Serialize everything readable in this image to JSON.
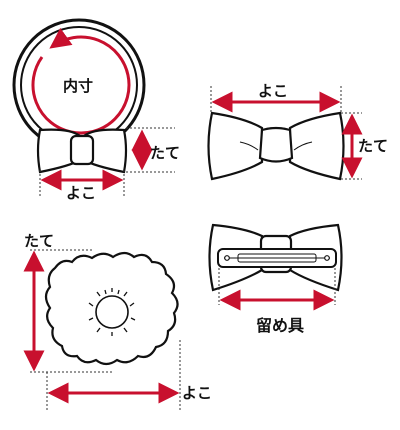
{
  "labels": {
    "inner_size": "内寸",
    "tate": "たて",
    "yoko": "よこ",
    "clasp": "留め具"
  },
  "colors": {
    "arrow": "#c8102e",
    "outline": "#111111",
    "dotted": "#333333",
    "background": "#ffffff"
  },
  "icons": [
    "hair-tie-ring",
    "bow",
    "scrunchie",
    "clip-bow"
  ]
}
